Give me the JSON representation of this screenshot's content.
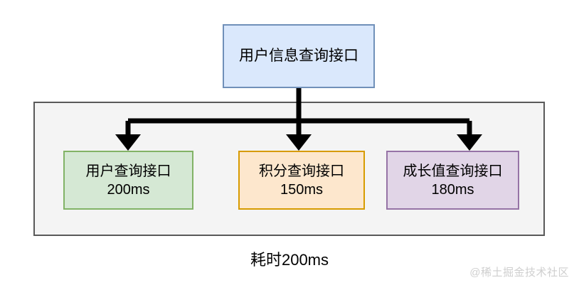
{
  "diagram": {
    "root_node": {
      "label": "用户信息查询接口",
      "fill": "#dae8fc",
      "stroke": "#7090b9"
    },
    "group": {
      "fill": "#f4f4f4",
      "stroke": "#595959"
    },
    "children": [
      {
        "label": "用户查询接口",
        "latency": "200ms",
        "fill": "#d5e8d4",
        "stroke": "#82b366"
      },
      {
        "label": "积分查询接口",
        "latency": "150ms",
        "fill": "#fde7cd",
        "stroke": "#d79b00"
      },
      {
        "label": "成长值查询接口",
        "latency": "180ms",
        "fill": "#e1d5e7",
        "stroke": "#9673a6"
      }
    ],
    "total_latency_label": "耗时200ms",
    "connector_color": "#000000"
  },
  "watermark": {
    "text": "@稀土掘金技术社区",
    "color": "#cfcfcf"
  }
}
